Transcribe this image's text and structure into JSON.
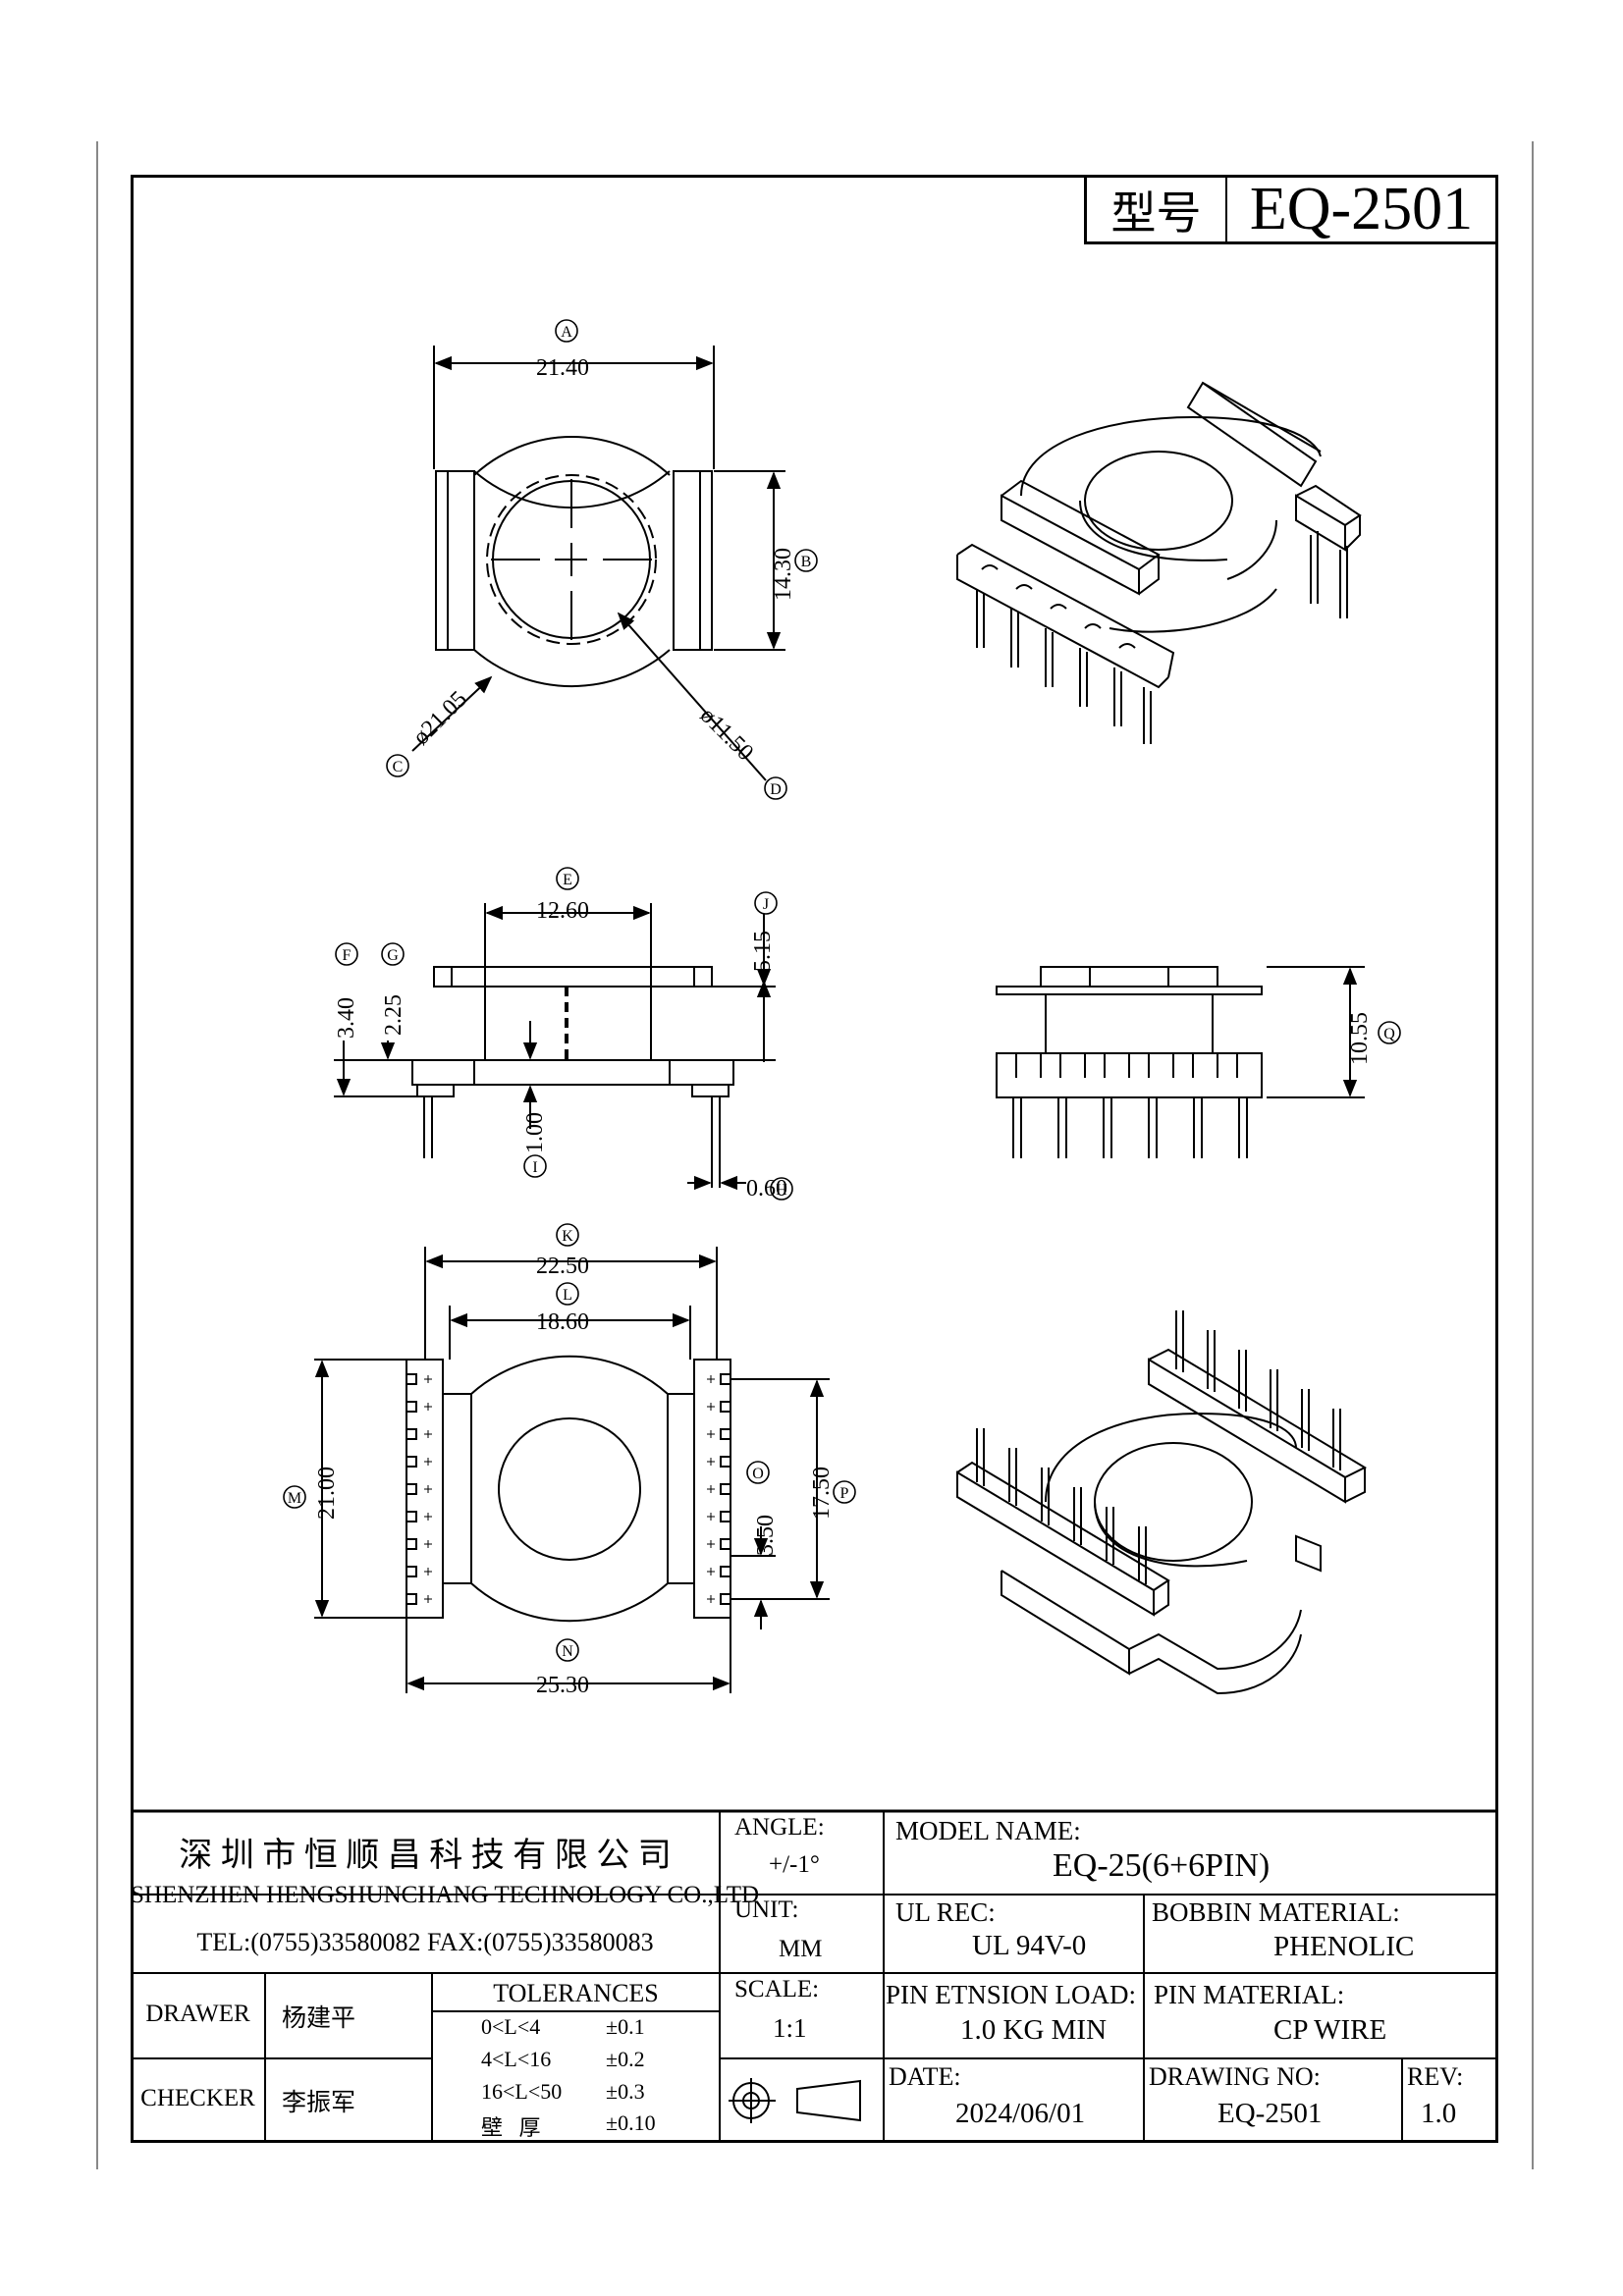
{
  "header": {
    "type_label": "型号",
    "part_no": "EQ-2501"
  },
  "dimensions": {
    "A": {
      "letter": "A",
      "value": "21.40"
    },
    "B": {
      "letter": "B",
      "value": "14.30"
    },
    "C": {
      "letter": "C",
      "value": "ø21.05"
    },
    "D": {
      "letter": "D",
      "value": "ø11.50"
    },
    "E": {
      "letter": "E",
      "value": "12.60"
    },
    "F": {
      "letter": "F",
      "value": "3.40"
    },
    "G": {
      "letter": "G",
      "value": "2.25"
    },
    "H": {
      "letter": "H",
      "value": "0.60"
    },
    "I": {
      "letter": "I",
      "value": "1.00"
    },
    "J": {
      "letter": "J",
      "value": "5.15"
    },
    "K": {
      "letter": "K",
      "value": "22.50"
    },
    "L": {
      "letter": "L",
      "value": "18.60"
    },
    "M": {
      "letter": "M",
      "value": "21.00"
    },
    "N": {
      "letter": "N",
      "value": "25.30"
    },
    "O": {
      "letter": "O",
      "value": "3.50"
    },
    "P": {
      "letter": "P",
      "value": "17.50"
    },
    "Q": {
      "letter": "Q",
      "value": "10.55"
    }
  },
  "title_block": {
    "company_cn": "深 圳 市 恒 顺 昌 科 技 有 限 公 司",
    "company_en": "SHENZHEN HENGSHUNCHANG TECHNOLOGY CO.,LTD",
    "contact": "TEL:(0755)33580082 FAX:(0755)33580083",
    "drawer_label": "DRAWER",
    "drawer_name": "杨建平",
    "checker_label": "CHECKER",
    "checker_name": "李振军",
    "tolerances_title": "TOLERANCES",
    "tolerances": [
      {
        "range": "0<L<4",
        "tol": "±0.1"
      },
      {
        "range": "4<L<16",
        "tol": "±0.2"
      },
      {
        "range": "16<L<50",
        "tol": "±0.3"
      },
      {
        "range": "壁   厚",
        "tol": "±0.10"
      }
    ],
    "angle_label": "ANGLE:",
    "angle_value": "+/-1°",
    "unit_label": "UNIT:",
    "unit_value": "MM",
    "scale_label": "SCALE:",
    "scale_value": "1:1",
    "model_label": "MODEL NAME:",
    "model_value": "EQ-25(6+6PIN)",
    "ul_label": "UL REC:",
    "ul_value": "UL 94V-0",
    "bobbin_label": "BOBBIN MATERIAL:",
    "bobbin_value": "PHENOLIC",
    "pin_load_label": "PIN ETNSION LOAD:",
    "pin_load_value": "1.0 KG MIN",
    "pin_mat_label": "PIN MATERIAL:",
    "pin_mat_value": "CP WIRE",
    "date_label": "DATE:",
    "date_value": "2024/06/01",
    "drawing_label": "DRAWING NO:",
    "drawing_value": "EQ-2501",
    "rev_label": "REV:",
    "rev_value": "1.0"
  }
}
